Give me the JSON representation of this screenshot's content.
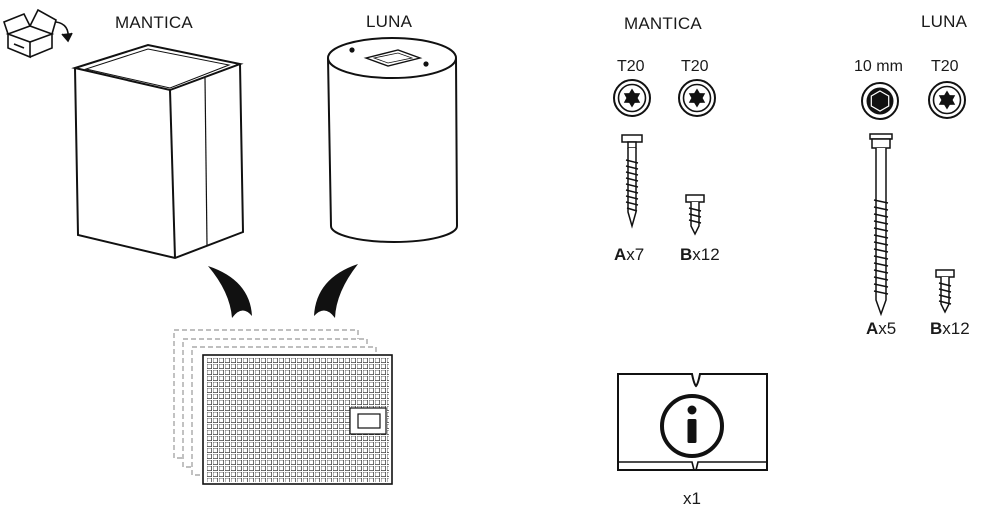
{
  "left": {
    "mantica_label": "MANTICA",
    "luna_label": "LUNA"
  },
  "mantica": {
    "title": "MANTICA",
    "bit1": "T20",
    "bit2": "T20",
    "screwA": {
      "letter": "A",
      "count": "x7"
    },
    "screwB": {
      "letter": "B",
      "count": "x12"
    }
  },
  "luna": {
    "title": "LUNA",
    "bit1": "10 mm",
    "bit2": "T20",
    "screwA": {
      "letter": "A",
      "count": "x5"
    },
    "screwB": {
      "letter": "B",
      "count": "x12"
    }
  },
  "manual": {
    "count": "x1"
  },
  "icons": [
    "unbox-icon",
    "torx-t20-icon",
    "hex-10mm-icon",
    "info-book-icon"
  ]
}
